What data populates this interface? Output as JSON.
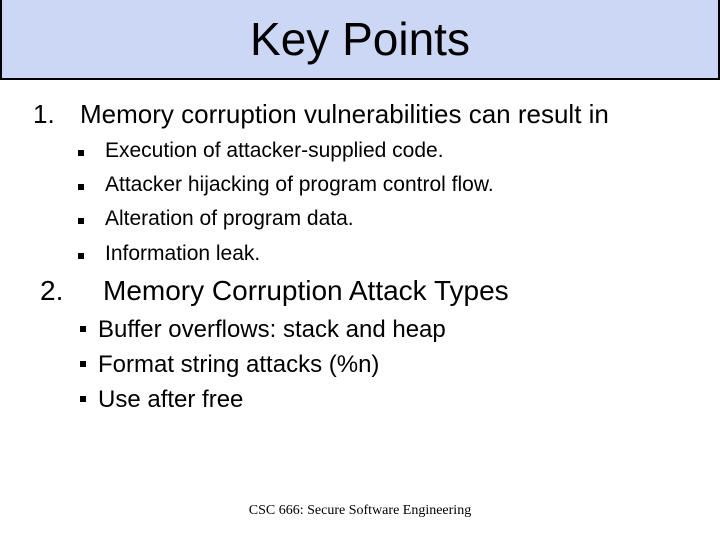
{
  "slide": {
    "title": "Key Points",
    "footer": "CSC 666: Secure Software Engineering",
    "colors": {
      "banner_background": "#CCD6F5",
      "banner_border": "#000000",
      "text": "#000000",
      "slide_background": "#FFFFFF"
    },
    "items": [
      {
        "number": "1.",
        "text": "Memory corruption vulnerabilities can result in",
        "bullets": [
          "Execution of attacker-supplied code.",
          "Attacker hijacking of program control flow.",
          "Alteration of program data.",
          "Information leak."
        ]
      },
      {
        "number": "2.",
        "text": "Memory Corruption Attack Types",
        "bullets": [
          "Buffer overflows: stack and heap",
          "Format string attacks (%n)",
          "Use after free"
        ]
      }
    ]
  }
}
